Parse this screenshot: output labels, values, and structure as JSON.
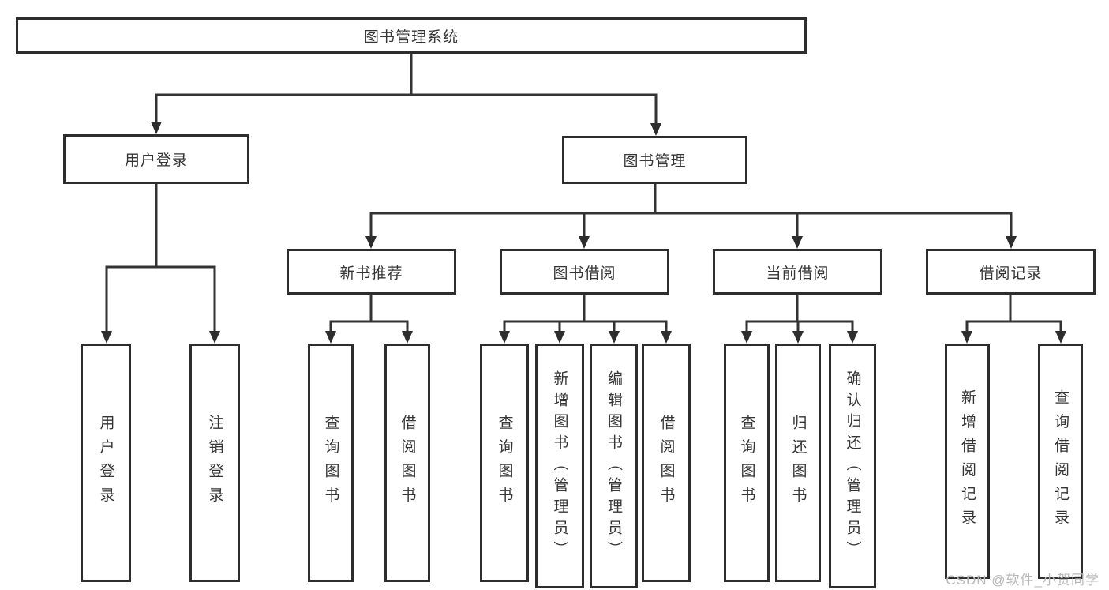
{
  "diagram_title": "图书管理系统",
  "tree": {
    "root": {
      "label": "图书管理系统"
    },
    "branches": [
      {
        "label": "用户登录",
        "children": [
          {
            "label": "用户登录"
          },
          {
            "label": "注销登录"
          }
        ]
      },
      {
        "label": "图书管理",
        "children": [
          {
            "label": "新书推荐",
            "children": [
              {
                "label": "查询图书"
              },
              {
                "label": "借阅图书"
              }
            ]
          },
          {
            "label": "图书借阅",
            "children": [
              {
                "label": "查询图书"
              },
              {
                "label": "新增图书（管理员）"
              },
              {
                "label": "编辑图书（管理员）"
              },
              {
                "label": "借阅图书"
              }
            ]
          },
          {
            "label": "当前借阅",
            "children": [
              {
                "label": "查询图书"
              },
              {
                "label": "归还图书"
              },
              {
                "label": "确认归还（管理员）"
              }
            ]
          },
          {
            "label": "借阅记录",
            "children": [
              {
                "label": "新增借阅记录"
              },
              {
                "label": "查询借阅记录"
              }
            ]
          }
        ]
      }
    ]
  },
  "watermark": "CSDN @软件_小贺同学",
  "colors": {
    "line": "#333333",
    "box_border": "#2d2d2d",
    "box_fill": "#ffffff",
    "text": "#353535",
    "watermark": "#b9b9b9"
  }
}
